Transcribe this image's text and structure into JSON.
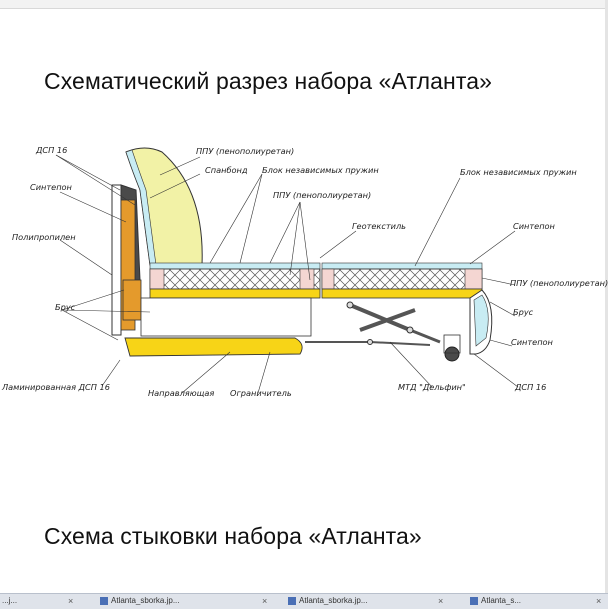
{
  "titles": {
    "section": "Схематический разрез набора «Атланта»",
    "joining": "Схема стыковки набора «Атланта»"
  },
  "labels": {
    "dsp16_top": "ДСП 16",
    "sintepon_left": "Синтепон",
    "polipropilen": "Полипропилен",
    "brus_left": "Брус",
    "lam_dsp": "Ламинированная ДСП 16",
    "ppu_top": "ППУ (пенополиуретан)",
    "spandbond": "Спанбонд",
    "block_springs_left": "Блок независимых пружин",
    "ppu_mid": "ППУ (пенополиуретан)",
    "geotextile": "Геотекстиль",
    "block_springs_right": "Блок независимых пружин",
    "sintepon_right": "Синтепон",
    "ppu_right": "ППУ (пенополиуретан)",
    "brus_right": "Брус",
    "sintepon_bottom_right": "Синтепон",
    "dsp16_bottom_right": "ДСП 16",
    "guide": "Направляющая",
    "limiter": "Ограничитель",
    "mtd": "МТД \"Дельфин\""
  },
  "taskbar": {
    "items": [
      {
        "label": "...j...",
        "close": "×"
      },
      {
        "label": "Atlanta_sborka.jp...",
        "close": "×"
      },
      {
        "label": "Atlanta_sborka.jp...",
        "close": "×"
      },
      {
        "label": "Atlanta_s...",
        "close": "×"
      }
    ]
  },
  "colors": {
    "backrest": "#f2f2a6",
    "seat_foam": "#c8ecf3",
    "ppu_pad": "#f4d6d2",
    "frame_yellow": "#f7d417",
    "dsp_orange": "#e49a2c",
    "side_dark": "#4a4a4a",
    "outline": "#333333"
  }
}
